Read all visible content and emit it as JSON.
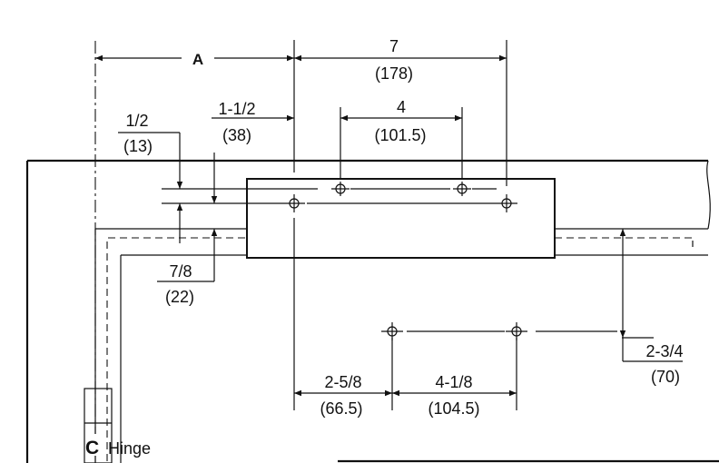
{
  "dimensions": {
    "a_label": "A",
    "d7": {
      "imperial": "7",
      "metric": "(178)"
    },
    "d1_1_2": {
      "imperial": "1-1/2",
      "metric": "(38)"
    },
    "d4": {
      "imperial": "4",
      "metric": "(101.5)"
    },
    "d1_2": {
      "imperial": "1/2",
      "metric": "(13)"
    },
    "d7_8": {
      "imperial": "7/8",
      "metric": "(22)"
    },
    "d2_3_4": {
      "imperial": "2-3/4",
      "metric": "(70)"
    },
    "d2_5_8": {
      "imperial": "2-5/8",
      "metric": "(66.5)"
    },
    "d4_1_8": {
      "imperial": "4-1/8",
      "metric": "(104.5)"
    }
  },
  "hinge": {
    "symbol": "C",
    "label": "Hinge"
  },
  "colors": {
    "ink": "#111111",
    "background": "#ffffff"
  }
}
